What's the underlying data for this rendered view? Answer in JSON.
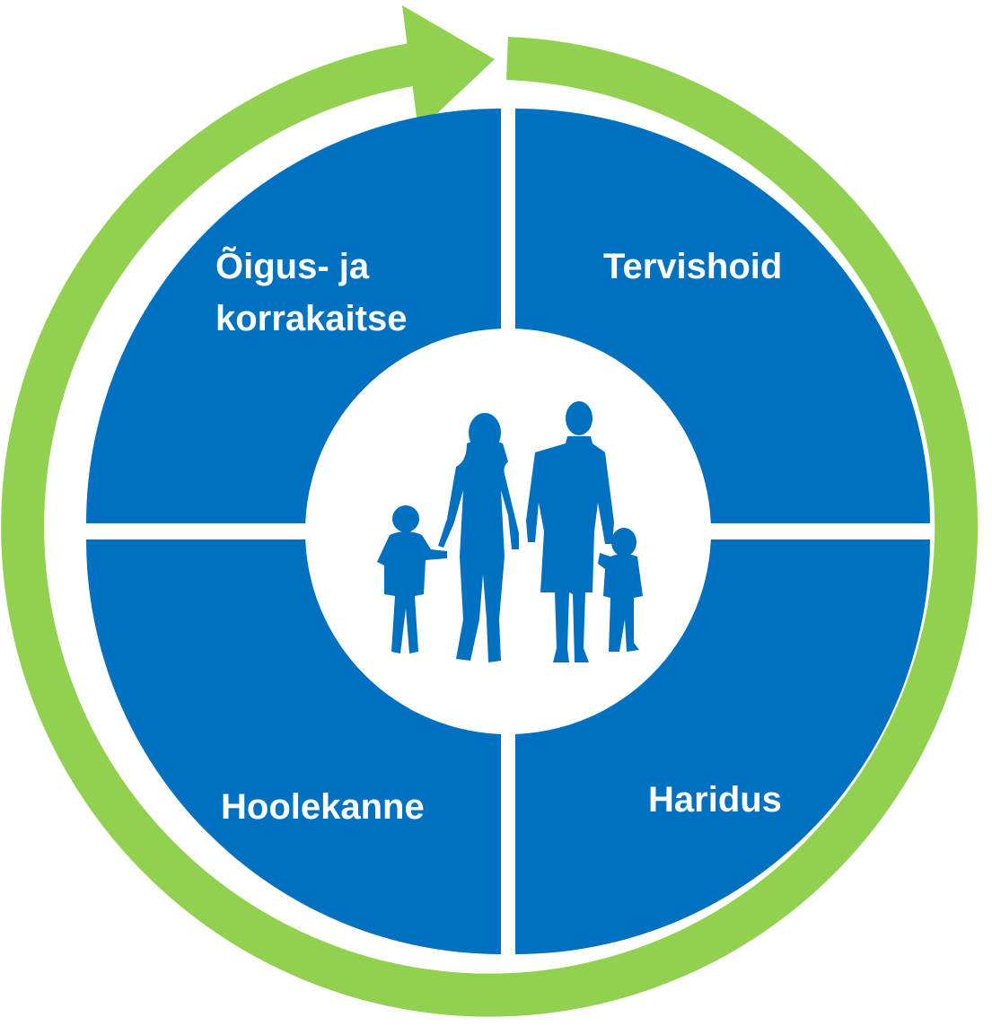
{
  "colors": {
    "ring": "#92d050",
    "quadrant": "#0070c0",
    "background": "#ffffff",
    "label_text": "#ffffff"
  },
  "icons": {
    "cycle_arrow": "cycle-arrow-icon",
    "center": "family-silhouette-icon"
  },
  "quadrants": {
    "top_left": {
      "label_line1": "Õigus- ja",
      "label_line2": "korrakaitse"
    },
    "top_right": {
      "label": "Tervishoid"
    },
    "bottom_left": {
      "label": "Hoolekanne"
    },
    "bottom_right": {
      "label": "Haridus"
    }
  }
}
